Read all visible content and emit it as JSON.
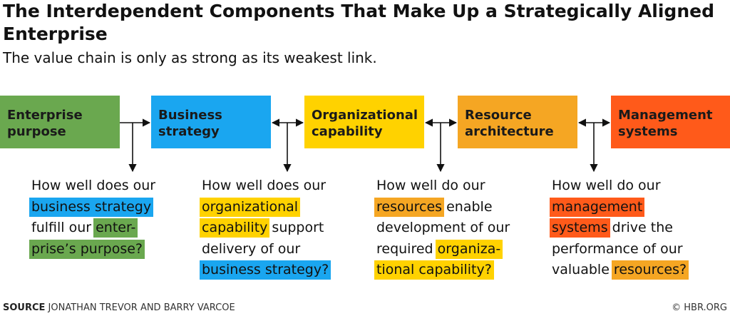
{
  "header": {
    "title": "The Interdependent Components That Make Up a Strategically Aligned Enterprise",
    "subtitle": "The value chain is only as strong as its weakest link."
  },
  "colors": {
    "green": "#6aa84f",
    "blue": "#1aa6f0",
    "yellow": "#ffd200",
    "orange": "#f5a623",
    "red_orange": "#ff5a1a"
  },
  "components": [
    {
      "line1": "Enterprise",
      "line2": "purpose",
      "color": "#6aa84f"
    },
    {
      "line1": "Business",
      "line2": "strategy",
      "color": "#1aa6f0"
    },
    {
      "line1": "Organizational",
      "line2": "capability",
      "color": "#ffd200"
    },
    {
      "line1": "Resource",
      "line2": "architecture",
      "color": "#f5a623"
    },
    {
      "line1": "Management",
      "line2": "systems",
      "color": "#ff5a1a"
    }
  ],
  "questions": [
    {
      "l1": "How well does our",
      "l2_hl": "business strategy",
      "l3_pre": "fulfill our ",
      "l3_hl": "enter-",
      "l4_hl": "prise’s purpose?"
    },
    {
      "l1": "How well does our",
      "l2_hl": "organizational",
      "l3_hl": "capability",
      "l3_post": " support",
      "l4": "delivery of our",
      "l5_hl": "business strategy?"
    },
    {
      "l1": "How well do our",
      "l2_hl": "resources",
      "l2_post": " enable",
      "l3": "development of our",
      "l4_pre": "required ",
      "l4_hl": "organiza-",
      "l5_hl": "tional capability?"
    },
    {
      "l1": "How well do our",
      "l2_hl": "management",
      "l3_hl": "systems",
      "l3_post": " drive the",
      "l4": "performance of our",
      "l5_pre": "valuable ",
      "l5_hl": "resources?"
    }
  ],
  "footer": {
    "source_label": "SOURCE",
    "source_text": "JONATHAN TREVOR AND BARRY VARCOE",
    "credit": "© HBR.ORG"
  }
}
